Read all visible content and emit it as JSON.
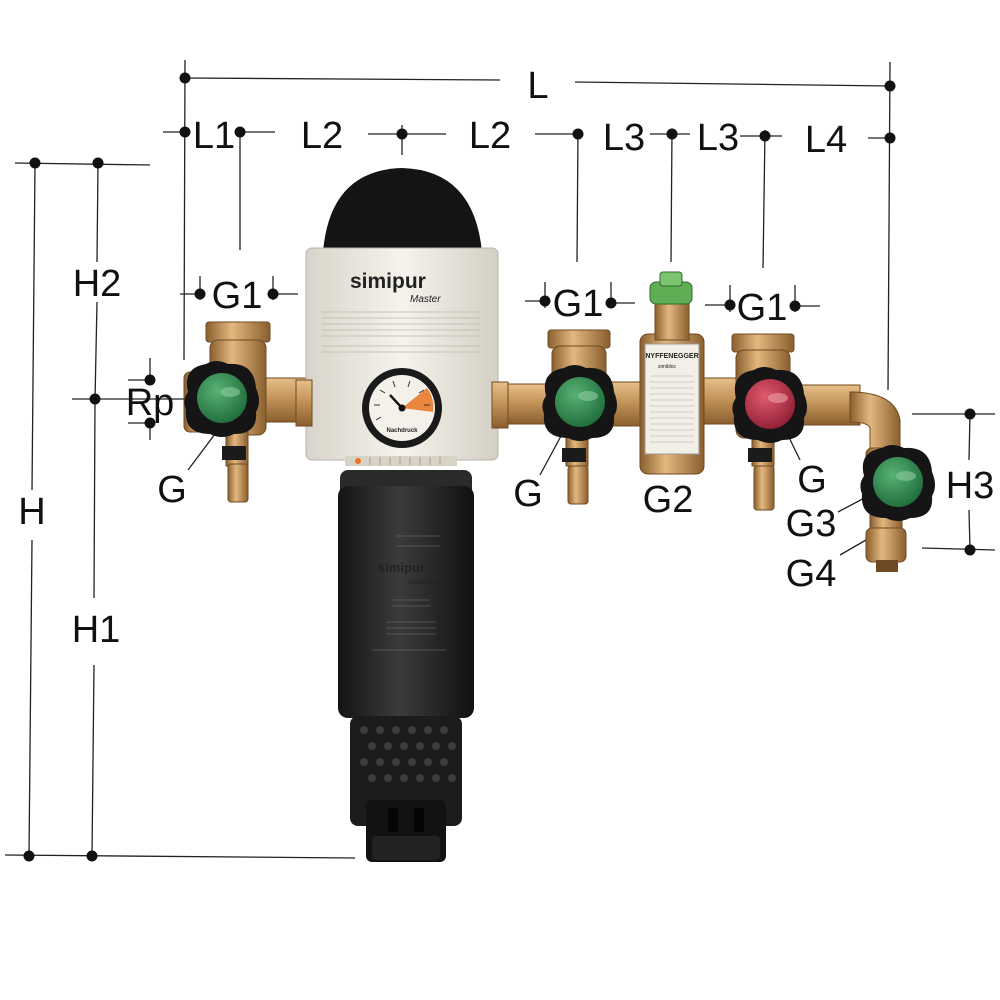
{
  "dimensions": {
    "L": "L",
    "L1": "L1",
    "L2_left": "L2",
    "L2_right": "L2",
    "L3_left": "L3",
    "L3_right": "L3",
    "L4": "L4",
    "H": "H",
    "H1": "H1",
    "H2": "H2",
    "H3": "H3",
    "Rp": "Rp",
    "G1_a": "G1",
    "G1_b": "G1",
    "G1_c": "G1",
    "G_a": "G",
    "G_b": "G",
    "G_c": "G",
    "G2": "G2",
    "G3": "G3",
    "G4": "G4"
  },
  "product": {
    "brand": "simipur",
    "brand_sub": "Master",
    "brand_lower": "simipur",
    "brand_lower_sub": "Automatic",
    "gauge_label": "Nachdruck",
    "reducer_label": "NYFFENEGGER",
    "reducer_sub": "simibloc"
  },
  "colors": {
    "brass": "#b98a4e",
    "valve_green": "#2e8b4f",
    "valve_red": "#c0334a",
    "gauge_orange": "#e8731e",
    "filter_black": "#1f1f1f",
    "head_white": "#efece4"
  },
  "icons": {
    "dimension_dot": "filled-circle",
    "valve_handle": "four-lobed-knob"
  }
}
